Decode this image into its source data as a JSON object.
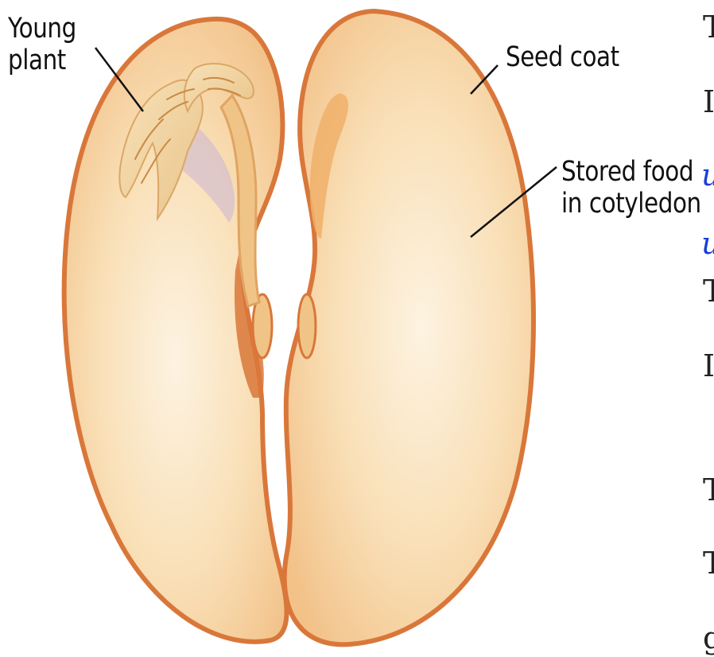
{
  "labels": {
    "young_plant": [
      "Young",
      "plant"
    ],
    "seed_coat": "Seed coat",
    "stored_food": [
      "Stored food",
      "in cotyledon"
    ]
  },
  "colors": {
    "seed_coat": "#d9773a",
    "cotyledon_fill": "#f6cf9a",
    "cotyledon_highlight": "#fdf3e1",
    "embryo": "#f0c486",
    "plumule_shadow": "#cbb4d6",
    "label_text": "#111111",
    "edge_link": "#1a3fd6"
  },
  "edge_fragments": [
    "T",
    "I",
    "u",
    "u",
    "T",
    "I",
    "T",
    "T",
    "g"
  ]
}
